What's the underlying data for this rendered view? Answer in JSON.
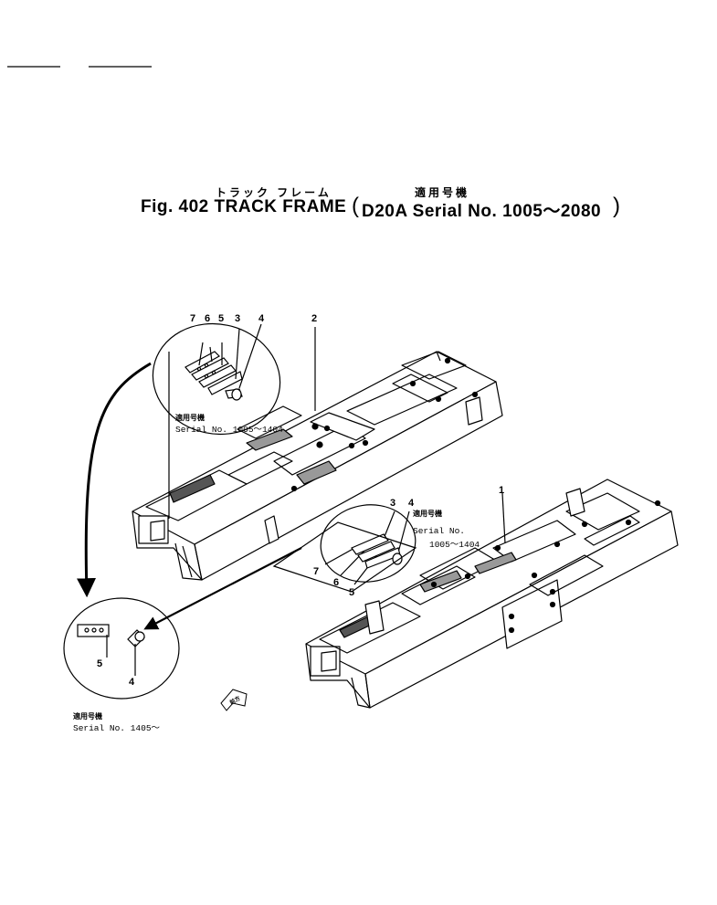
{
  "title": {
    "jp_name": "トラック フレーム",
    "jp_applicable": "適用号機",
    "main": "Fig. 402  TRACK  FRAME",
    "model_serial": "D20A  Serial  No.  1005～2080"
  },
  "callouts": {
    "inset_a": [
      "7",
      "6",
      "5",
      "3",
      "4"
    ],
    "frame_upper": "2",
    "frame_lower": "1",
    "inset_b": [
      "3",
      "4",
      "7",
      "6",
      "5"
    ],
    "inset_c": [
      "5",
      "4"
    ]
  },
  "serials": {
    "a": {
      "jp": "適用号機",
      "text": "Serial  No. 1005～1404"
    },
    "b": {
      "jp": "適用号機",
      "text": "Serial  No.",
      "range": "1005～1404"
    },
    "c": {
      "jp": "適用号機",
      "text": "Serial  No. 1405～"
    }
  },
  "front_marker": "前方"
}
